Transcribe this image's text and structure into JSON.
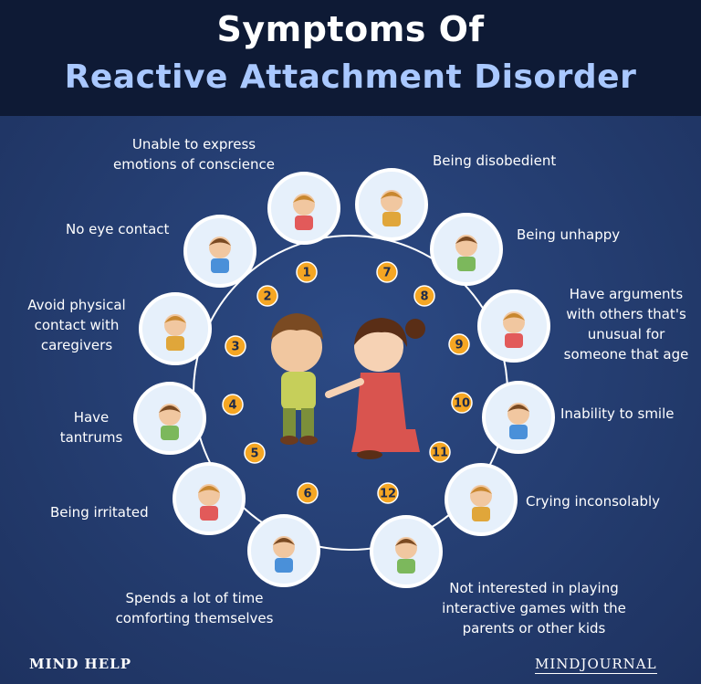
{
  "title": {
    "line1": "Symptoms Of",
    "line2": "Reactive Attachment Disorder"
  },
  "symptoms": [
    {
      "number": "1",
      "text_lines": [
        "Unable to express",
        "emotions of conscience"
      ]
    },
    {
      "number": "2",
      "text_lines": [
        "No eye contact"
      ]
    },
    {
      "number": "3",
      "text_lines": [
        "Avoid physical",
        "contact with",
        "caregivers"
      ]
    },
    {
      "number": "4",
      "text_lines": [
        "Have",
        "tantrums"
      ]
    },
    {
      "number": "5",
      "text_lines": [
        "Being irritated"
      ]
    },
    {
      "number": "6",
      "text_lines": [
        "Spends a lot of time",
        "comforting themselves"
      ]
    },
    {
      "number": "7",
      "text_lines": [
        "Being disobedient"
      ]
    },
    {
      "number": "8",
      "text_lines": [
        "Being unhappy"
      ]
    },
    {
      "number": "9",
      "text_lines": [
        "Have arguments",
        "with others that's",
        "unusual for",
        "someone that age"
      ]
    },
    {
      "number": "10",
      "text_lines": [
        "Inability to smile"
      ]
    },
    {
      "number": "11",
      "text_lines": [
        "Crying inconsolably"
      ]
    },
    {
      "number": "12",
      "text_lines": [
        "Not interested in playing",
        "interactive games with the",
        "parents or other kids"
      ]
    }
  ],
  "footer": {
    "left_logo": "MIND HELP",
    "right_logo": "MINDJOURNAL"
  },
  "colors": {
    "background": "#263d6e",
    "header_band": "#0e1a35",
    "title_accent": "#a9c8ff",
    "number_badge": "#f5a623",
    "bubble_border": "#ffffff",
    "bubble_fill": "#e6f0fb"
  }
}
